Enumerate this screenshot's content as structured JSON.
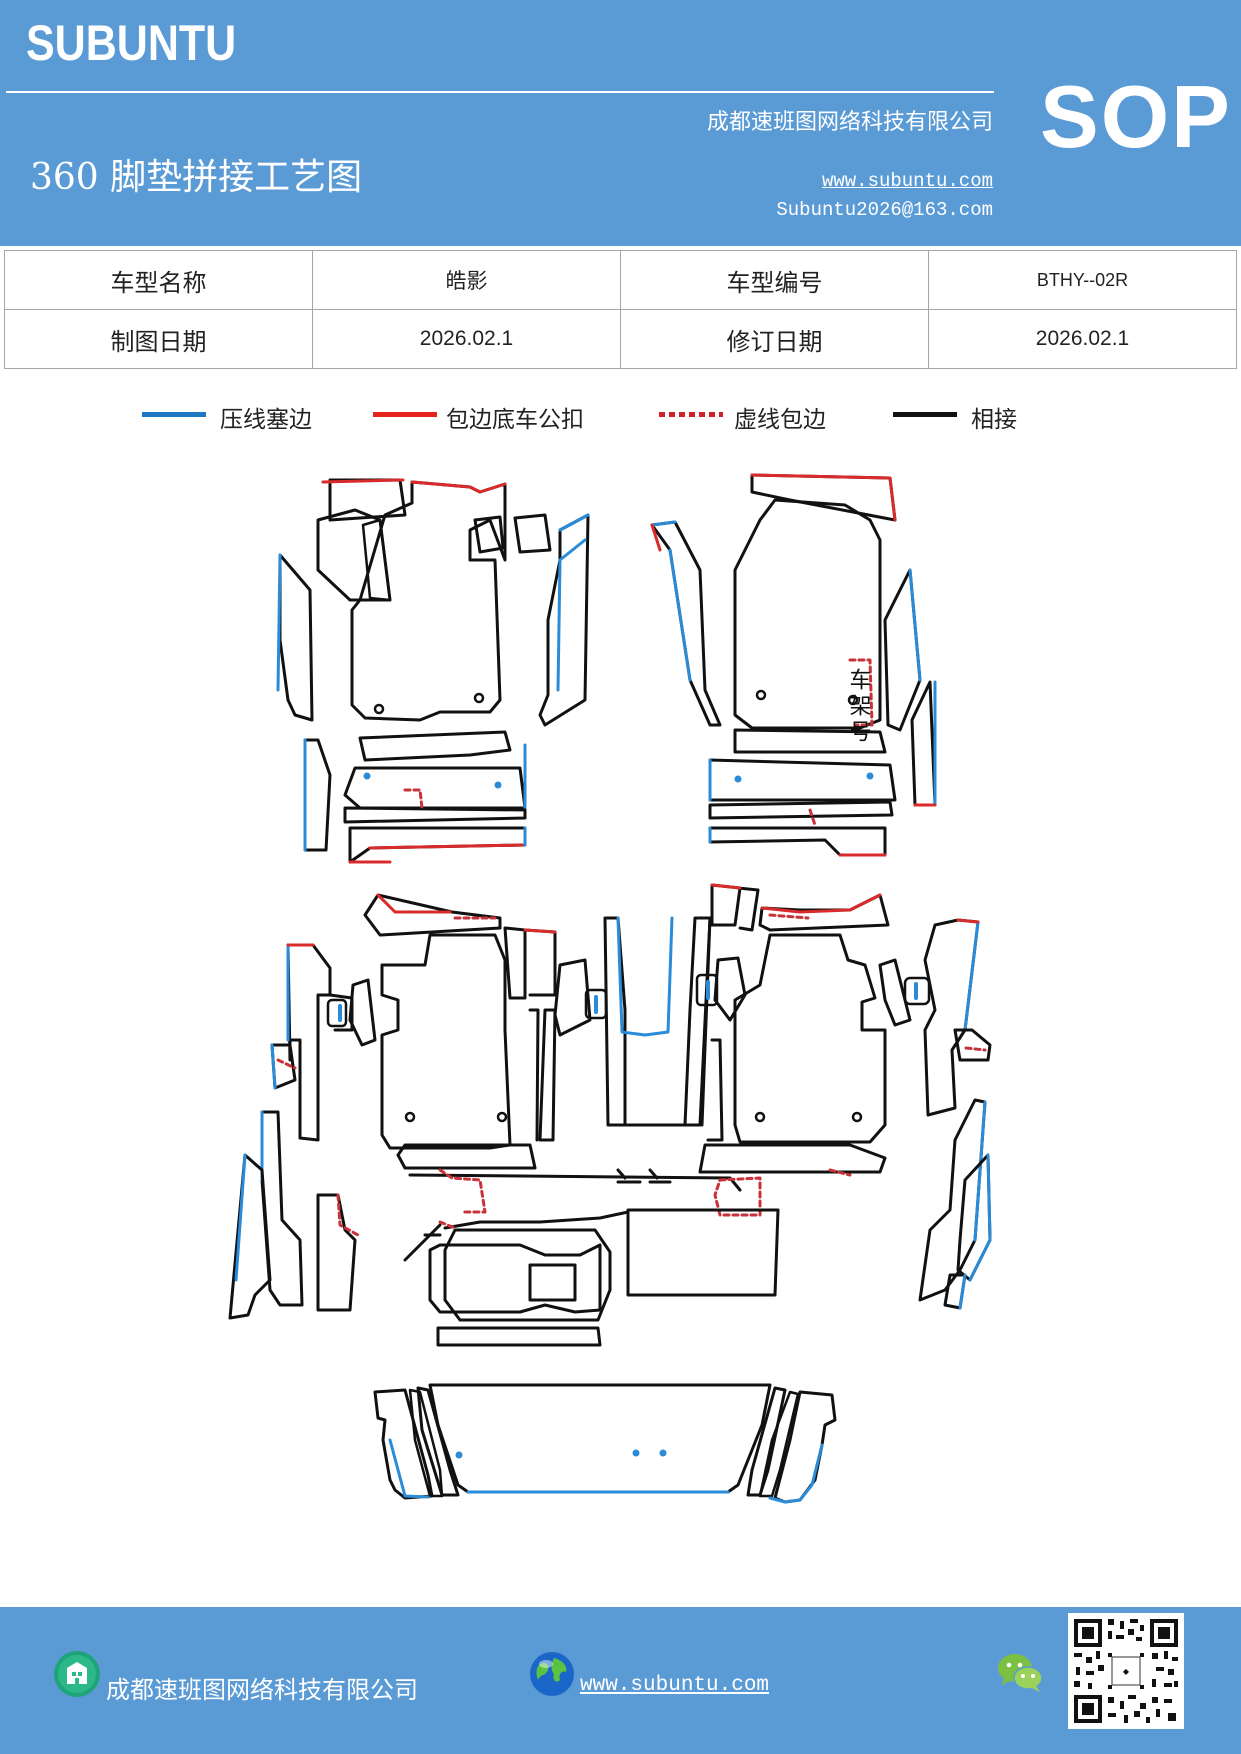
{
  "header": {
    "logo": "SUBUNTU",
    "sop": "SOP",
    "company": "成都速班图网络科技有限公司",
    "title": "360 脚垫拼接工艺图",
    "website": "www.subuntu.com",
    "email": "Subuntu2026@163.com"
  },
  "info_table": {
    "row1": {
      "label1": "车型名称",
      "value1": "皓影",
      "label2": "车型编号",
      "value2": "BTHY--02R"
    },
    "row2": {
      "label1": "制图日期",
      "value1": "2026.02.1",
      "label2": "修订日期",
      "value2": "2026.02.1"
    }
  },
  "legend": [
    {
      "label": "压线塞边",
      "color": "#1f77c4",
      "style": "solid"
    },
    {
      "label": "包边底车公扣",
      "color": "#e8231e",
      "style": "solid"
    },
    {
      "label": "虚线包边",
      "color": "#d0202a",
      "style": "dotted"
    },
    {
      "label": "相接",
      "color": "#111111",
      "style": "solid"
    }
  ],
  "diagram": {
    "frame_label": "车架号",
    "colors": {
      "press": "#2a8bd8",
      "wrap": "#d92b2b",
      "dash": "#c8323a",
      "join": "#111111"
    }
  },
  "footer": {
    "company": "成都速班图网络科技有限公司",
    "website": "www.subuntu.com"
  },
  "icons": [
    "building-icon",
    "globe-icon",
    "wechat-icon",
    "qr-code"
  ]
}
